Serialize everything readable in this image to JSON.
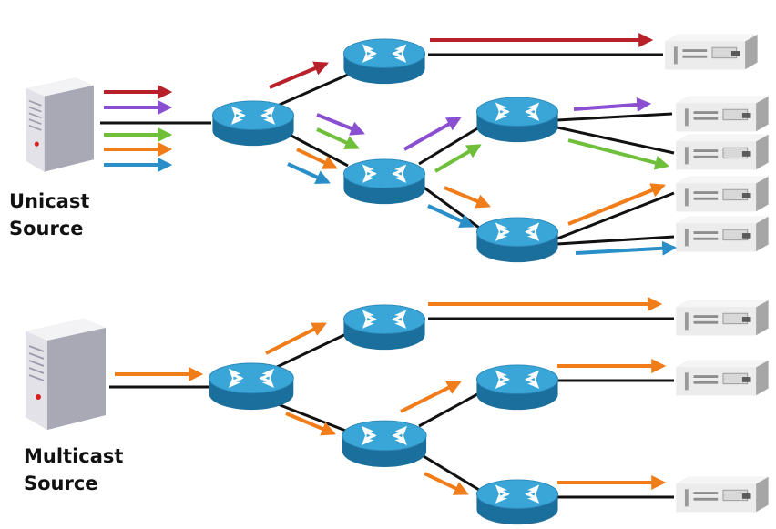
{
  "unicast": {
    "label_line1": "Unicast",
    "label_line2": "Source"
  },
  "multicast": {
    "label_line1": "Multicast",
    "label_line2": "Source"
  },
  "colors": {
    "stream_red": "#b8202a",
    "stream_purple": "#8a4fd0",
    "stream_green": "#6fbf3a",
    "stream_orange": "#f07d1a",
    "stream_blue": "#2a8fc8",
    "link_black": "#111111",
    "router_top": "#3aa6d8",
    "router_side": "#1b6f9c",
    "router_arrows": "#ffffff",
    "server_body": "#e8e8ec",
    "server_shade": "#b9b9c4",
    "host_body": "#ececec",
    "host_shade": "#bdbdbd"
  },
  "icons": {
    "source_server": "tower-server-icon",
    "router": "router-icon",
    "receiver": "rack-server-icon"
  }
}
